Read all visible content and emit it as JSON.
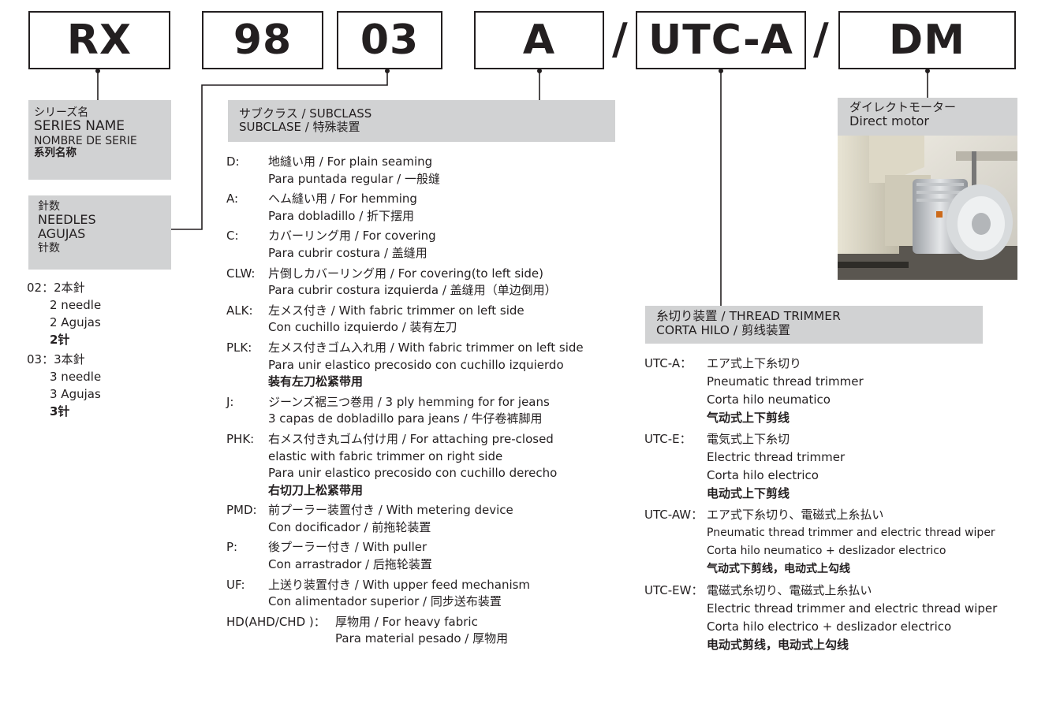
{
  "codes": [
    "RX",
    "98",
    "03",
    "A",
    "UTC-A",
    "DM"
  ],
  "separators": [
    "/",
    "/"
  ],
  "series": {
    "labels": [
      "シリーズ名",
      "SERIES NAME",
      "NOMBRE DE SERIE",
      "系列名称"
    ]
  },
  "needles": {
    "labels": [
      "針数",
      "NEEDLES",
      "AGUJAS",
      "针数"
    ],
    "entries": [
      {
        "code": "02：",
        "lines": [
          "2本針",
          "2 needle",
          "2 Agujas",
          "2针"
        ]
      },
      {
        "code": "03：",
        "lines": [
          "3本針",
          "3 needle",
          "3 Agujas",
          "3针"
        ]
      }
    ]
  },
  "subclass": {
    "labels": [
      "サブクラス / SUBCLASS",
      "SUBCLASE / 特殊装置"
    ],
    "entries": [
      {
        "code": "D:",
        "lines": [
          "地縫い用 / For plain seaming",
          "Para puntada regular / 一般缝"
        ]
      },
      {
        "code": "A:",
        "lines": [
          "ヘム縫い用 / For hemming",
          "Para dobladillo / 折下摆用"
        ]
      },
      {
        "code": "C:",
        "lines": [
          "カバーリング用 / For covering",
          "Para cubrir costura / 盖缝用"
        ]
      },
      {
        "code": "CLW:",
        "lines": [
          "片倒しカバーリング用 / For covering(to left side)",
          "Para cubrir costura izquierda / 盖缝用（单边倒用）"
        ]
      },
      {
        "code": "ALK:",
        "lines": [
          "左メス付き / With fabric trimmer on left side",
          "Con cuchillo izquierdo / 装有左刀"
        ]
      },
      {
        "code": "PLK:",
        "lines": [
          "左メス付きゴム入れ用 / With fabric trimmer on left side",
          "Para unir elastico precosido con cuchillo izquierdo",
          "装有左刀松紧带用"
        ]
      },
      {
        "code": "J:",
        "lines": [
          "ジーンズ裾三つ巻用 / 3 ply hemming for for jeans",
          "3 capas de dobladillo para jeans / 牛仔卷裤脚用"
        ]
      },
      {
        "code": "PHK:",
        "lines": [
          "右メス付き丸ゴム付け用 / For attaching pre-closed",
          "elastic with fabric trimmer on right side",
          "Para unir elastico precosido con cuchillo derecho",
          "右切刀上松紧带用"
        ]
      },
      {
        "code": "PMD:",
        "lines": [
          "前プーラー装置付き / With metering device",
          "Con docificador / 前拖轮装置"
        ]
      },
      {
        "code": "P:",
        "lines": [
          "後プーラー付き / With puller",
          "Con arrastrador / 后拖轮装置"
        ]
      },
      {
        "code": "UF:",
        "lines": [
          "上送り装置付き / With upper feed mechanism",
          "Con alimentador superior / 同步送布装置"
        ]
      },
      {
        "code": "HD(AHD/CHD )：",
        "lines": [
          "厚物用 / For heavy fabric",
          "Para material pesado / 厚物用"
        ]
      }
    ]
  },
  "motor": {
    "labels": [
      "ダイレクトモーター",
      "Direct motor"
    ],
    "photo_icon": "sewing-machine-motor-photo"
  },
  "trimmer": {
    "labels": [
      "糸切り装置 / THREAD TRIMMER",
      "CORTA HILO / 剪线装置"
    ],
    "entries": [
      {
        "code": "UTC-A：",
        "lines": [
          "エア式上下糸切り",
          "Pneumatic thread trimmer",
          "Corta hilo neumatico",
          "气动式上下剪线"
        ]
      },
      {
        "code": "UTC-E：",
        "lines": [
          "電気式上下糸切",
          "Electric thread trimmer",
          "Corta hilo electrico",
          "电动式上下剪线"
        ]
      },
      {
        "code": "UTC-AW：",
        "lines": [
          "エア式下糸切り、電磁式上糸払い",
          "Pneumatic thread trimmer and electric thread wiper",
          "Corta hilo neumatico + deslizador electrico",
          "气动式下剪线，电动式上勾线"
        ]
      },
      {
        "code": "UTC-EW：",
        "lines": [
          "電磁式糸切り、電磁式上糸払い",
          "Electric thread trimmer and electric thread wiper",
          "Corta hilo electrico + deslizador electrico",
          "电动式剪线，电动式上勾线"
        ]
      }
    ]
  }
}
